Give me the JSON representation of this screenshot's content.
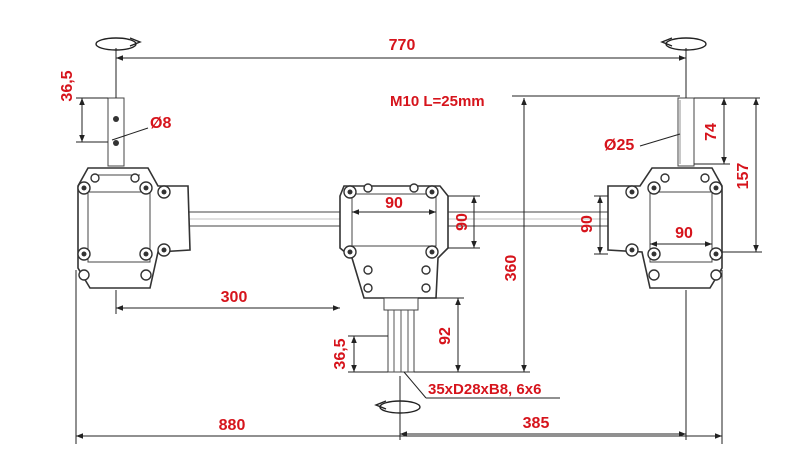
{
  "dimensions": {
    "total_width": "880",
    "output_span": "770",
    "left_offset": "300",
    "right_offset": "385",
    "height_total": "360",
    "height_157": "157",
    "height_74": "74",
    "shaft_len_top": "36,5",
    "shaft_len_bottom": "36,5",
    "input_shaft_len": "92",
    "box_center_width": "90",
    "box_center_height": "90",
    "box_right_width": "90",
    "box_right_height": "90",
    "diam_small": "Ø8",
    "diam_large": "Ø25",
    "thread_note": "M10 L=25mm",
    "spline_note": "35xD28xB8, 6x6"
  },
  "colors": {
    "dimension_text": "#d6141c",
    "lines": "#222222"
  }
}
